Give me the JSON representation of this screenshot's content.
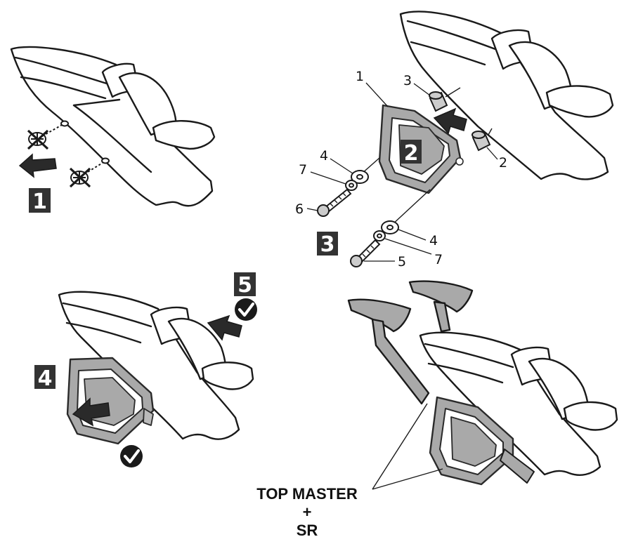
{
  "colors": {
    "ink": "#1a1a1a",
    "fill_light": "#ffffff",
    "bracket_gray": "#a9a9a9",
    "bracket_stroke": "#2a2a2a",
    "badge_dark": "#333333"
  },
  "steps": {
    "s1": "1",
    "s2": "2",
    "s3": "3",
    "s4": "4",
    "s5": "5"
  },
  "parts": {
    "p1": "1",
    "p2": "2",
    "p3": "3",
    "p4a": "4",
    "p4b": "4",
    "p5": "5",
    "p6": "6",
    "p7a": "7",
    "p7b": "7"
  },
  "icons": [
    "remove-screw-icon",
    "arrow-icon",
    "checkmark-icon"
  ],
  "caption": {
    "line1": "TOP MASTER",
    "line2": "+",
    "line3": "SR"
  }
}
